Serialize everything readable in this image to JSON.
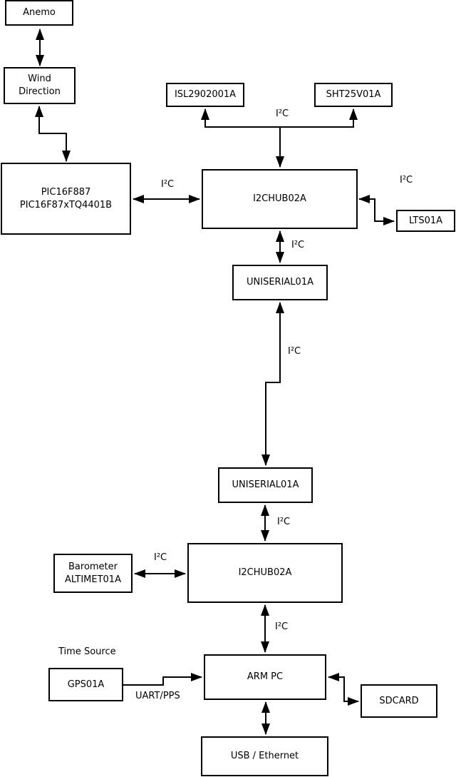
{
  "colors": {
    "background": "#ffffff",
    "line": "#000000",
    "text": "#000000"
  },
  "nodes": {
    "anemo": "Anemo",
    "wind_direction": "Wind\nDirection",
    "pic": "PIC16F887\nPIC16F87xTQ4401B",
    "isl": "ISL2902001A",
    "sht": "SHT25V01A",
    "i2chub_top": "I2CHUB02A",
    "lts": "LTS01A",
    "uniserial_top": "UNISERIAL01A",
    "uniserial_bottom": "UNISERIAL01A",
    "i2chub_bottom": "I2CHUB02A",
    "barometer": "Barometer\nALTIMET01A",
    "gps": "GPS01A",
    "arm_pc": "ARM PC",
    "sdcard": "SDCARD",
    "usb_ethernet": "USB / Ethernet"
  },
  "labels": {
    "i2c": "I²C",
    "uart_pps": "UART/PPS",
    "time_source": "Time Source"
  },
  "edges": [
    {
      "from": "anemo",
      "to": "wind_direction",
      "label": "",
      "bidirectional": true
    },
    {
      "from": "wind_direction",
      "to": "pic",
      "label": "",
      "bidirectional": true
    },
    {
      "from": "i2chub_top",
      "to": "isl",
      "label": "I²C",
      "bidirectional": false
    },
    {
      "from": "i2chub_top",
      "to": "sht",
      "label": "I²C",
      "bidirectional": false
    },
    {
      "from": "pic",
      "to": "i2chub_top",
      "label": "I²C",
      "bidirectional": true
    },
    {
      "from": "i2chub_top",
      "to": "lts",
      "label": "I²C",
      "bidirectional": true
    },
    {
      "from": "i2chub_top",
      "to": "uniserial_top",
      "label": "I²C",
      "bidirectional": true
    },
    {
      "from": "uniserial_top",
      "to": "uniserial_bottom",
      "label": "I²C",
      "bidirectional": true
    },
    {
      "from": "uniserial_bottom",
      "to": "i2chub_bottom",
      "label": "I²C",
      "bidirectional": true
    },
    {
      "from": "barometer",
      "to": "i2chub_bottom",
      "label": "I²C",
      "bidirectional": true
    },
    {
      "from": "i2chub_bottom",
      "to": "arm_pc",
      "label": "I²C",
      "bidirectional": true
    },
    {
      "from": "gps",
      "to": "arm_pc",
      "label": "UART/PPS",
      "bidirectional": false
    },
    {
      "from": "arm_pc",
      "to": "sdcard",
      "label": "",
      "bidirectional": true
    },
    {
      "from": "arm_pc",
      "to": "usb_ethernet",
      "label": "",
      "bidirectional": true
    }
  ]
}
